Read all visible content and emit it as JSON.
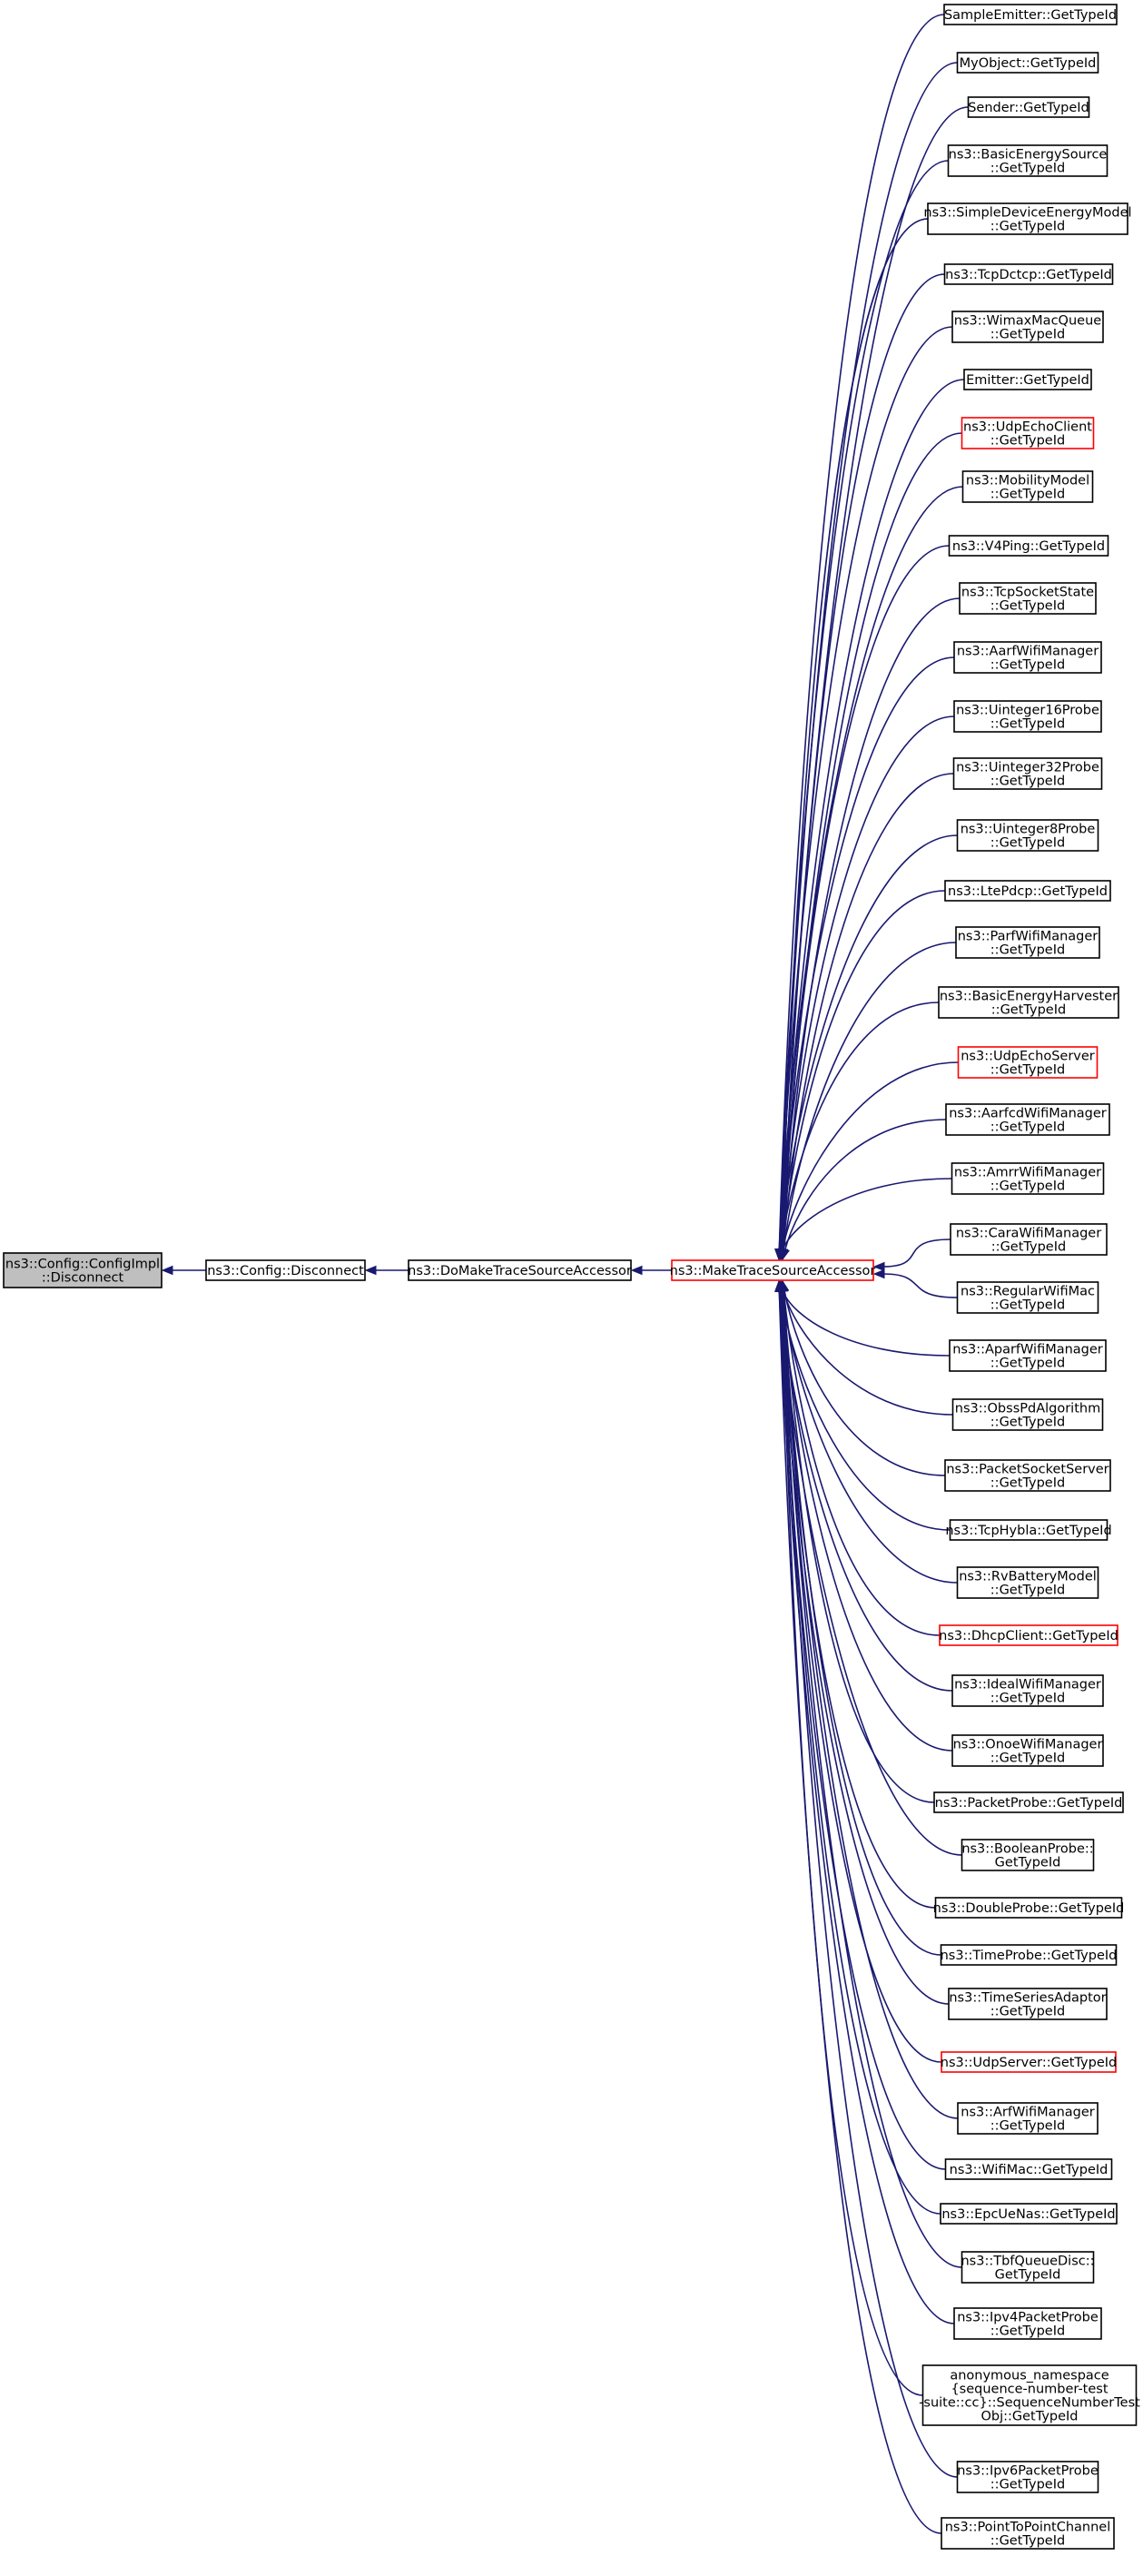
{
  "graph": {
    "colors": {
      "edge": "#191970",
      "node_border": "#000000",
      "node_border_highlight": "#ff0000",
      "current_node_fill": "#bfbfbf",
      "background": "#ffffff"
    },
    "chain": [
      {
        "id": "configimpl",
        "lines": [
          "ns3::Config::ConfigImpl",
          "::Disconnect"
        ],
        "current": true
      },
      {
        "id": "config-disconnect",
        "lines": [
          "ns3::Config::Disconnect"
        ]
      },
      {
        "id": "domake",
        "lines": [
          "ns3::DoMakeTraceSourceAccessor"
        ]
      },
      {
        "id": "make",
        "lines": [
          "ns3::MakeTraceSourceAccessor"
        ],
        "highlight": true
      }
    ],
    "callers": [
      {
        "lines": [
          "SampleEmitter::GetTypeId"
        ]
      },
      {
        "lines": [
          "MyObject::GetTypeId"
        ]
      },
      {
        "lines": [
          "Sender::GetTypeId"
        ]
      },
      {
        "lines": [
          "ns3::BasicEnergySource",
          "::GetTypeId"
        ]
      },
      {
        "lines": [
          "ns3::SimpleDeviceEnergyModel",
          "::GetTypeId"
        ]
      },
      {
        "lines": [
          "ns3::TcpDctcp::GetTypeId"
        ]
      },
      {
        "lines": [
          "ns3::WimaxMacQueue",
          "::GetTypeId"
        ]
      },
      {
        "lines": [
          "Emitter::GetTypeId"
        ]
      },
      {
        "lines": [
          "ns3::UdpEchoClient",
          "::GetTypeId"
        ],
        "highlight": true
      },
      {
        "lines": [
          "ns3::MobilityModel",
          "::GetTypeId"
        ]
      },
      {
        "lines": [
          "ns3::V4Ping::GetTypeId"
        ]
      },
      {
        "lines": [
          "ns3::TcpSocketState",
          "::GetTypeId"
        ]
      },
      {
        "lines": [
          "ns3::AarfWifiManager",
          "::GetTypeId"
        ]
      },
      {
        "lines": [
          "ns3::Uinteger16Probe",
          "::GetTypeId"
        ]
      },
      {
        "lines": [
          "ns3::Uinteger32Probe",
          "::GetTypeId"
        ]
      },
      {
        "lines": [
          "ns3::Uinteger8Probe",
          "::GetTypeId"
        ]
      },
      {
        "lines": [
          "ns3::LtePdcp::GetTypeId"
        ]
      },
      {
        "lines": [
          "ns3::ParfWifiManager",
          "::GetTypeId"
        ]
      },
      {
        "lines": [
          "ns3::BasicEnergyHarvester",
          "::GetTypeId"
        ]
      },
      {
        "lines": [
          "ns3::UdpEchoServer",
          "::GetTypeId"
        ],
        "highlight": true
      },
      {
        "lines": [
          "ns3::AarfcdWifiManager",
          "::GetTypeId"
        ]
      },
      {
        "lines": [
          "ns3::AmrrWifiManager",
          "::GetTypeId"
        ]
      },
      {
        "lines": [
          "ns3::CaraWifiManager",
          "::GetTypeId"
        ]
      },
      {
        "lines": [
          "ns3::RegularWifiMac",
          "::GetTypeId"
        ]
      },
      {
        "lines": [
          "ns3::AparfWifiManager",
          "::GetTypeId"
        ]
      },
      {
        "lines": [
          "ns3::ObssPdAlgorithm",
          "::GetTypeId"
        ]
      },
      {
        "lines": [
          "ns3::PacketSocketServer",
          "::GetTypeId"
        ]
      },
      {
        "lines": [
          "ns3::TcpHybla::GetTypeId"
        ]
      },
      {
        "lines": [
          "ns3::RvBatteryModel",
          "::GetTypeId"
        ]
      },
      {
        "lines": [
          "ns3::DhcpClient::GetTypeId"
        ],
        "highlight": true
      },
      {
        "lines": [
          "ns3::IdealWifiManager",
          "::GetTypeId"
        ]
      },
      {
        "lines": [
          "ns3::OnoeWifiManager",
          "::GetTypeId"
        ]
      },
      {
        "lines": [
          "ns3::PacketProbe::GetTypeId"
        ]
      },
      {
        "lines": [
          "ns3::BooleanProbe::",
          "GetTypeId"
        ]
      },
      {
        "lines": [
          "ns3::DoubleProbe::GetTypeId"
        ]
      },
      {
        "lines": [
          "ns3::TimeProbe::GetTypeId"
        ]
      },
      {
        "lines": [
          "ns3::TimeSeriesAdaptor",
          "::GetTypeId"
        ]
      },
      {
        "lines": [
          "ns3::UdpServer::GetTypeId"
        ],
        "highlight": true
      },
      {
        "lines": [
          "ns3::ArfWifiManager",
          "::GetTypeId"
        ]
      },
      {
        "lines": [
          "ns3::WifiMac::GetTypeId"
        ]
      },
      {
        "lines": [
          "ns3::EpcUeNas::GetTypeId"
        ]
      },
      {
        "lines": [
          "ns3::TbfQueueDisc::",
          "GetTypeId"
        ]
      },
      {
        "lines": [
          "ns3::Ipv4PacketProbe",
          "::GetTypeId"
        ]
      },
      {
        "lines": [
          "anonymous_namespace",
          "{sequence-number-test",
          "-suite::cc}::SequenceNumberTest",
          "Obj::GetTypeId"
        ]
      },
      {
        "lines": [
          "ns3::Ipv6PacketProbe",
          "::GetTypeId"
        ]
      },
      {
        "lines": [
          "ns3::PointToPointChannel",
          "::GetTypeId"
        ]
      }
    ]
  }
}
